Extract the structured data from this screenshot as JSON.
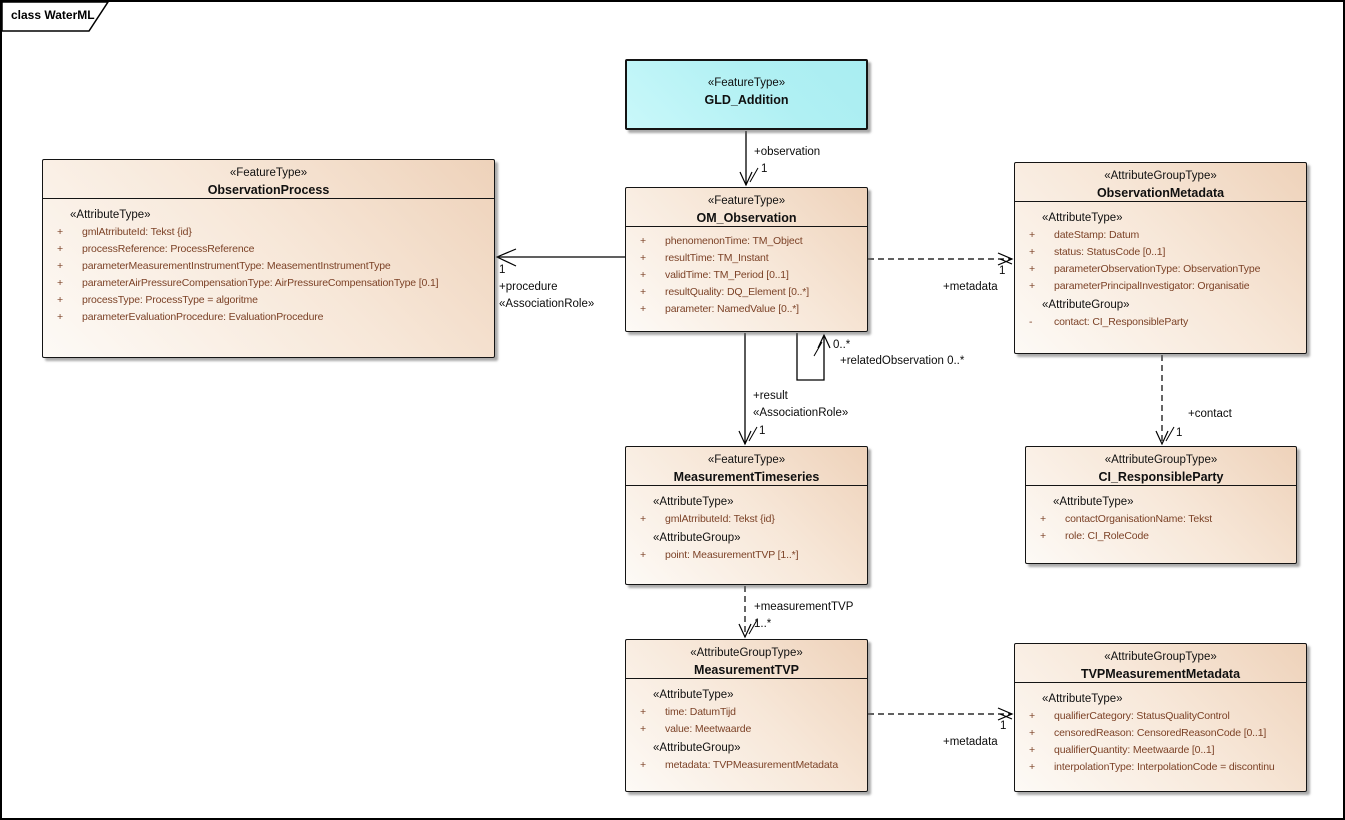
{
  "frame": {
    "label": "class WaterML"
  },
  "colors": {
    "box_gradient_light": "#fdfaf6",
    "box_gradient_dark": "#eed2ba",
    "cyan_box_light": "#c9f8fa",
    "cyan_box_dark": "#a9edf2",
    "attribute_text": "#7c4227",
    "border": "#141414",
    "background": "#ffffff"
  },
  "boxes": {
    "gld": {
      "stereotype": "«FeatureType»",
      "name": "GLD_Addition"
    },
    "op": {
      "stereotype": "«FeatureType»",
      "name": "ObservationProcess",
      "section1": "«AttributeType»",
      "attrs": [
        {
          "vis": "+",
          "text": "gmlAtrributeId: Tekst {id}"
        },
        {
          "vis": "+",
          "text": "processReference: ProcessReference"
        },
        {
          "vis": "+",
          "text": "parameterMeasurementInstrumentType: MeasementInstrumentType"
        },
        {
          "vis": "+",
          "text": "parameterAirPressureCompensationType: AirPressureCompensationType [0.1]"
        },
        {
          "vis": "+",
          "text": "processType: ProcessType = algoritme"
        },
        {
          "vis": "+",
          "text": "parameterEvaluationProcedure: EvaluationProcedure"
        }
      ]
    },
    "om": {
      "stereotype": "«FeatureType»",
      "name": "OM_Observation",
      "attrs": [
        {
          "vis": "+",
          "text": "phenomenonTime: TM_Object"
        },
        {
          "vis": "+",
          "text": "resultTime: TM_Instant"
        },
        {
          "vis": "+",
          "text": "validTime: TM_Period [0..1]"
        },
        {
          "vis": "+",
          "text": "resultQuality: DQ_Element [0..*]"
        },
        {
          "vis": "+",
          "text": "parameter: NamedValue [0..*]"
        }
      ]
    },
    "obsmeta": {
      "stereotype": "«AttributeGroupType»",
      "name": "ObservationMetadata",
      "section1": "«AttributeType»",
      "attrs1": [
        {
          "vis": "+",
          "text": "dateStamp: Datum"
        },
        {
          "vis": "+",
          "text": "status: StatusCode [0..1]"
        },
        {
          "vis": "+",
          "text": "parameterObservationType: ObservationType"
        },
        {
          "vis": "+",
          "text": "parameterPrincipalInvestigator: Organisatie"
        }
      ],
      "section2": "«AttributeGroup»",
      "attrs2": [
        {
          "vis": "-",
          "text": "contact: CI_ResponsibleParty"
        }
      ]
    },
    "mts": {
      "stereotype": "«FeatureType»",
      "name": "MeasurementTimeseries",
      "section1": "«AttributeType»",
      "attrs1": [
        {
          "vis": "+",
          "text": "gmlAtrributeId: Tekst {id}"
        }
      ],
      "section2": "«AttributeGroup»",
      "attrs2": [
        {
          "vis": "+",
          "text": "point: MeasurementTVP [1..*]"
        }
      ]
    },
    "cirp": {
      "stereotype": "«AttributeGroupType»",
      "name": "CI_ResponsibleParty",
      "section1": "«AttributeType»",
      "attrs": [
        {
          "vis": "+",
          "text": "contactOrganisationName: Tekst"
        },
        {
          "vis": "+",
          "text": "role: CI_RoleCode"
        }
      ]
    },
    "mtvp": {
      "stereotype": "«AttributeGroupType»",
      "name": "MeasurementTVP",
      "section1": "«AttributeType»",
      "attrs1": [
        {
          "vis": "+",
          "text": "time: DatumTijd"
        },
        {
          "vis": "+",
          "text": "value: Meetwaarde"
        }
      ],
      "section2": "«AttributeGroup»",
      "attrs2": [
        {
          "vis": "+",
          "text": "metadata: TVPMeasurementMetadata"
        }
      ]
    },
    "tvpmm": {
      "stereotype": "«AttributeGroupType»",
      "name": "TVPMeasurementMetadata",
      "section1": "«AttributeType»",
      "attrs": [
        {
          "vis": "+",
          "text": "qualifierCategory: StatusQualityControl"
        },
        {
          "vis": "+",
          "text": "censoredReason: CensoredReasonCode [0..1]"
        },
        {
          "vis": "+",
          "text": "qualifierQuantity: Meetwaarde [0..1]"
        },
        {
          "vis": "+",
          "text": "interpolationType: InterpolationCode = discontinu"
        }
      ]
    }
  },
  "connectors": {
    "observation": {
      "label": "+observation",
      "mult": "1"
    },
    "procedure": {
      "mult": "1",
      "label": "+procedure",
      "role": "«AssociationRole»"
    },
    "metadata_top": {
      "mult": "1",
      "label": "+metadata"
    },
    "related": {
      "mult": "0..*",
      "label": "+relatedObservation 0..*"
    },
    "result": {
      "label": "+result",
      "role": "«AssociationRole»",
      "mult": "1"
    },
    "contact": {
      "label": "+contact",
      "mult": "1"
    },
    "measurement_tvp": {
      "label": "+measurementTVP",
      "mult": "1..*"
    },
    "metadata_bottom": {
      "mult": "1",
      "label": "+metadata"
    }
  }
}
